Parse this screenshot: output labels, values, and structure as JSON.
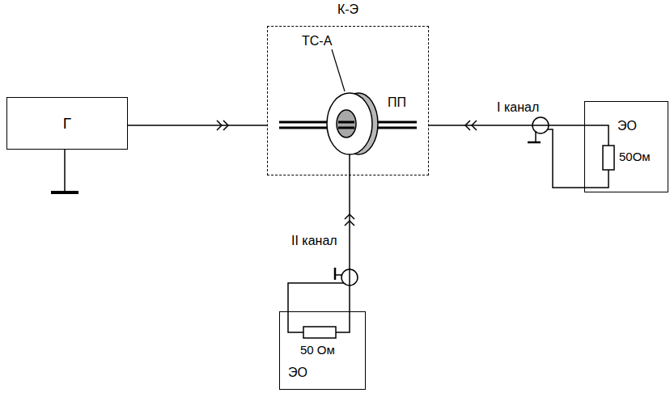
{
  "diagram": {
    "nodes": [
      {
        "text": [
          "К-Э"
        ]
      },
      {
        "text": [
          "Г"
        ]
      },
      {
        "text": [
          "ЭО",
          "50Ом"
        ]
      },
      {
        "text": [
          "50 Ом",
          "ЭО"
        ]
      }
    ],
    "edges": [
      {
        "from": 1,
        "to": 0,
        "arrow": "none"
      },
      {
        "from": 2,
        "to": 0,
        "arrow": "none"
      },
      {
        "from": 3,
        "to": 0,
        "arrow": "none"
      }
    ],
    "labels": [
      "ТС-А",
      "ПП",
      "I канал",
      "II канал"
    ]
  }
}
